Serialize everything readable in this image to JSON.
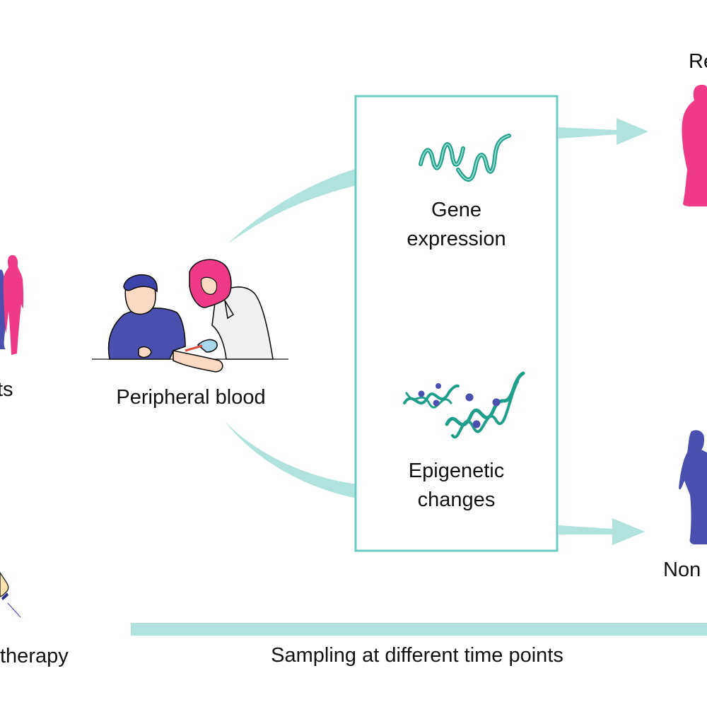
{
  "colors": {
    "teal_light": "#b0e2de",
    "teal_box": "#6ccac2",
    "teal_dark": "#1f9e8a",
    "pink": "#ee3a87",
    "indigo": "#4b4fae",
    "text": "#111111"
  },
  "left": {
    "patients_label_fragment": "ts",
    "therapy_label_fragment": "therapy"
  },
  "blood": {
    "label": "Peripheral blood"
  },
  "box": {
    "top_label_line1": "Gene",
    "top_label_line2": "expression",
    "bottom_label_line1": "Epigenetic",
    "bottom_label_line2": "changes"
  },
  "outcomes": {
    "responders_label_fragment": "Re",
    "non_responders_label_fragment": "Non"
  },
  "timeline": {
    "label": "Sampling at different time points"
  }
}
